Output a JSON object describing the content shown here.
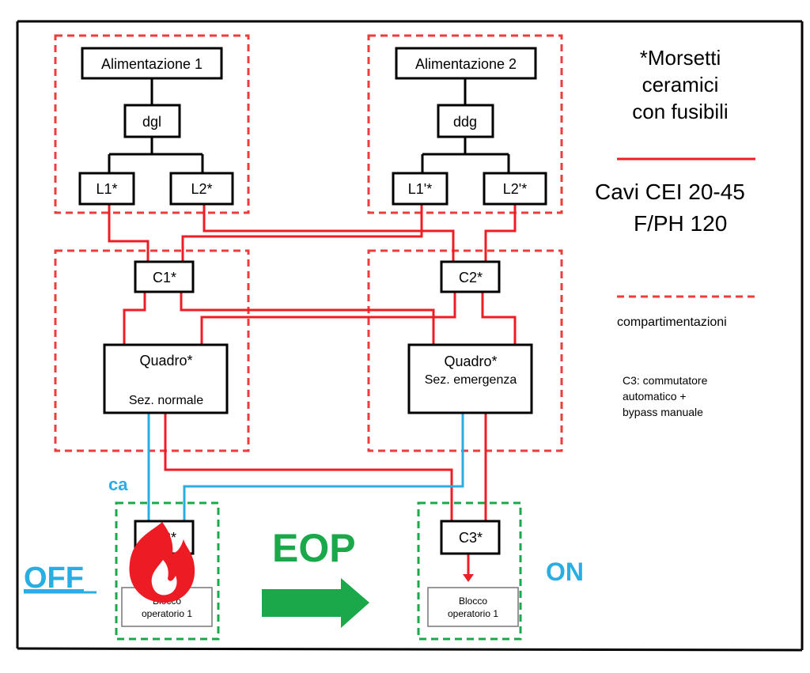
{
  "boxes": {
    "alimentazione1": "Alimentazione 1",
    "alimentazione2": "Alimentazione 2",
    "dgl": "dgl",
    "ddg": "ddg",
    "l1_left": "L1*",
    "l2_left": "L2*",
    "l1_right": "L1'*",
    "l2_right": "L2'*",
    "c1": "C1*",
    "c2": "C2*",
    "quadro_left_title": "Quadro*",
    "quadro_left_sub": "Sez. normale",
    "quadro_right_title": "Quadro*",
    "quadro_right_sub": "Sez. emergenza",
    "c3_left": "C3*",
    "c3_right": "C3*",
    "blocco_left": [
      "Blocco",
      "operatorio 1"
    ],
    "blocco_right": [
      "Blocco",
      "operatorio 1"
    ]
  },
  "legend": {
    "morsetti": [
      "*Morsetti",
      "ceramici",
      "con fusibili"
    ],
    "cavi": [
      "Cavi CEI 20-45",
      "F/PH 120"
    ],
    "compartimentazioni": "compartimentazioni",
    "c3_note": [
      "C3: commutatore",
      "automatico +",
      "bypass manuale"
    ]
  },
  "labels": {
    "ca": "ca",
    "off": "OFF",
    "eop": "EOP",
    "on": "ON"
  },
  "colors": {
    "red": "#ee1c25",
    "dash_red": "#ee3b3b",
    "dash_green": "#1aa84a",
    "blue": "#29aee3",
    "green": "#1aa84a",
    "fire": "#ed1c24"
  }
}
